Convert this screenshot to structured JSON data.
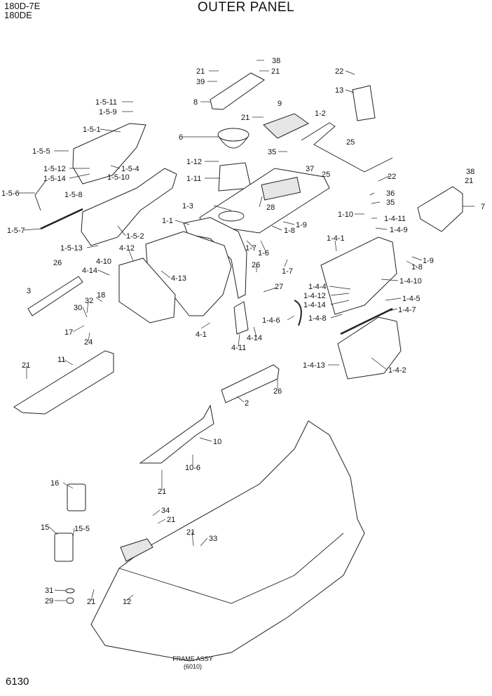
{
  "header": {
    "model_line_1": "180D-7E",
    "model_line_2": "180DE",
    "title": "OUTER PANEL"
  },
  "footer": {
    "page_number": "6130",
    "frame_label_line_1": "FRAME ASSY",
    "frame_label_line_2": "(6010)"
  },
  "callouts": [
    {
      "id": "c38a",
      "text": "38"
    },
    {
      "id": "c21a",
      "text": "21"
    },
    {
      "id": "c21b",
      "text": "21"
    },
    {
      "id": "c39",
      "text": "39"
    },
    {
      "id": "c8",
      "text": "8"
    },
    {
      "id": "c22a",
      "text": "22"
    },
    {
      "id": "c13",
      "text": "13"
    },
    {
      "id": "c1511",
      "text": "1-5-11"
    },
    {
      "id": "c159",
      "text": "1-5-9"
    },
    {
      "id": "c21c",
      "text": "21"
    },
    {
      "id": "c9",
      "text": "9"
    },
    {
      "id": "c12",
      "text": "1-2"
    },
    {
      "id": "c151",
      "text": "1-5-1"
    },
    {
      "id": "c6",
      "text": "6"
    },
    {
      "id": "c25a",
      "text": "25"
    },
    {
      "id": "c155",
      "text": "1-5-5"
    },
    {
      "id": "c35a",
      "text": "35"
    },
    {
      "id": "c1512",
      "text": "1-5-12"
    },
    {
      "id": "c154",
      "text": "1-5-4"
    },
    {
      "id": "c112",
      "text": "1-12"
    },
    {
      "id": "c37",
      "text": "37"
    },
    {
      "id": "c1514",
      "text": "1-5-14"
    },
    {
      "id": "c1510",
      "text": "1-5-10"
    },
    {
      "id": "c25b",
      "text": "25"
    },
    {
      "id": "c111",
      "text": "1-11"
    },
    {
      "id": "c22b",
      "text": "22"
    },
    {
      "id": "c38b",
      "text": "38"
    },
    {
      "id": "c156",
      "text": "1-5-6"
    },
    {
      "id": "c158",
      "text": "1-5-8"
    },
    {
      "id": "c36",
      "text": "36"
    },
    {
      "id": "c21d",
      "text": "21"
    },
    {
      "id": "c28",
      "text": "28"
    },
    {
      "id": "c35b",
      "text": "35"
    },
    {
      "id": "c13b",
      "text": "1-3"
    },
    {
      "id": "c7",
      "text": "7"
    },
    {
      "id": "c110",
      "text": "1-10"
    },
    {
      "id": "c1411",
      "text": "1-4-11"
    },
    {
      "id": "c157",
      "text": "1-5-7"
    },
    {
      "id": "c11",
      "text": "1-1"
    },
    {
      "id": "c19a",
      "text": "1-9"
    },
    {
      "id": "c152",
      "text": "1-5-2"
    },
    {
      "id": "c18a",
      "text": "1-8"
    },
    {
      "id": "c149",
      "text": "1-4-9"
    },
    {
      "id": "c141",
      "text": "1-4-1"
    },
    {
      "id": "c1513",
      "text": "1-5-13"
    },
    {
      "id": "c412",
      "text": "4-12"
    },
    {
      "id": "c17a",
      "text": "1-7"
    },
    {
      "id": "c16",
      "text": "1-6"
    },
    {
      "id": "c19b",
      "text": "1-9"
    },
    {
      "id": "c26a",
      "text": "26"
    },
    {
      "id": "c410",
      "text": "4-10"
    },
    {
      "id": "c18b",
      "text": "1-8"
    },
    {
      "id": "c26b",
      "text": "26"
    },
    {
      "id": "c17b",
      "text": "1-7"
    },
    {
      "id": "c414a",
      "text": "4-14"
    },
    {
      "id": "c413",
      "text": "4-13"
    },
    {
      "id": "c1410",
      "text": "1-4-10"
    },
    {
      "id": "c3",
      "text": "3"
    },
    {
      "id": "c18c",
      "text": "18"
    },
    {
      "id": "c27",
      "text": "27"
    },
    {
      "id": "c144",
      "text": "1-4-4"
    },
    {
      "id": "c32",
      "text": "32"
    },
    {
      "id": "c145",
      "text": "1-4-5"
    },
    {
      "id": "c1412",
      "text": "1-4-12"
    },
    {
      "id": "c30",
      "text": "30"
    },
    {
      "id": "c1414",
      "text": "1-4-14"
    },
    {
      "id": "c147",
      "text": "1-4-7"
    },
    {
      "id": "c146",
      "text": "1-4-6"
    },
    {
      "id": "c148",
      "text": "1-4-8"
    },
    {
      "id": "c17c",
      "text": "17"
    },
    {
      "id": "c41",
      "text": "4-1"
    },
    {
      "id": "c24",
      "text": "24"
    },
    {
      "id": "c414b",
      "text": "4-14"
    },
    {
      "id": "c411",
      "text": "4-11"
    },
    {
      "id": "c11b",
      "text": "11"
    },
    {
      "id": "c21e",
      "text": "21"
    },
    {
      "id": "c1413",
      "text": "1-4-13"
    },
    {
      "id": "c142",
      "text": "1-4-2"
    },
    {
      "id": "c26c",
      "text": "26"
    },
    {
      "id": "c2",
      "text": "2"
    },
    {
      "id": "c10",
      "text": "10"
    },
    {
      "id": "c106",
      "text": "10-6"
    },
    {
      "id": "c21f",
      "text": "21"
    },
    {
      "id": "c16b",
      "text": "16"
    },
    {
      "id": "c34",
      "text": "34"
    },
    {
      "id": "c21g",
      "text": "21"
    },
    {
      "id": "c15",
      "text": "15"
    },
    {
      "id": "c155b",
      "text": "15-5"
    },
    {
      "id": "c21h",
      "text": "21"
    },
    {
      "id": "c33",
      "text": "33"
    },
    {
      "id": "c31",
      "text": "31"
    },
    {
      "id": "c29",
      "text": "29"
    },
    {
      "id": "c21i",
      "text": "21"
    },
    {
      "id": "c12b",
      "text": "12"
    }
  ]
}
